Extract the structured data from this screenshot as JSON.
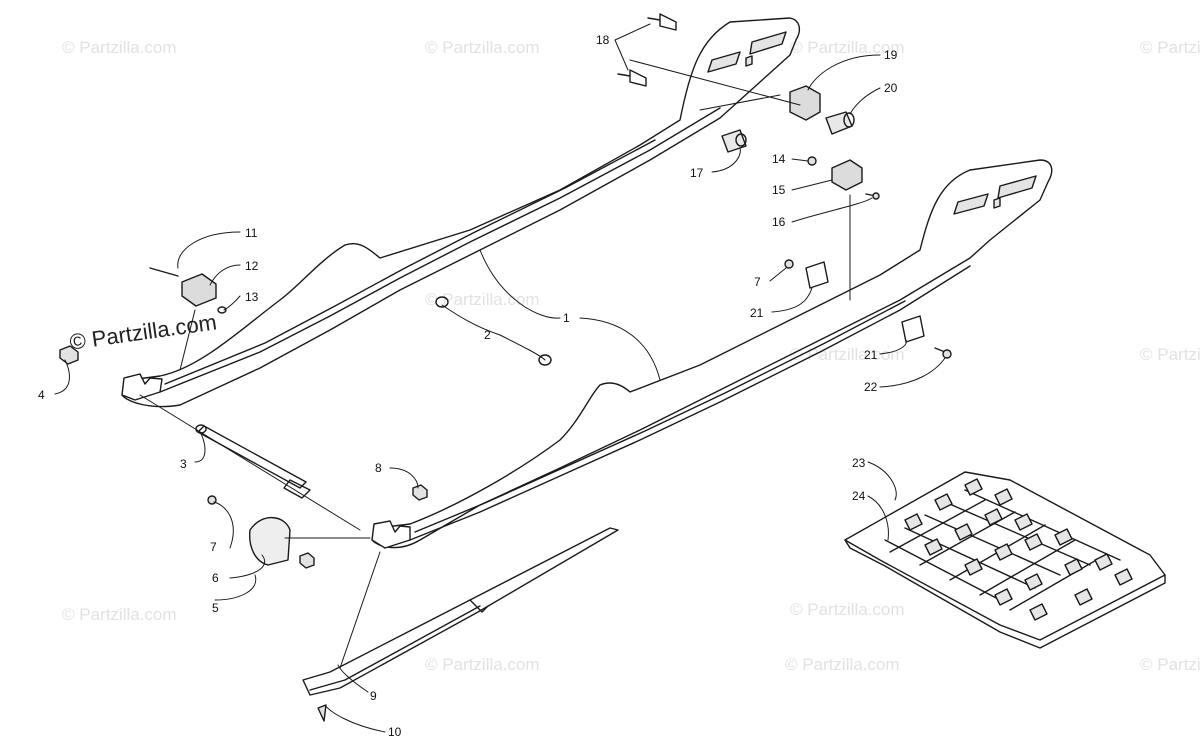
{
  "watermark": {
    "text": "© Partzilla.com",
    "primary_text": "© Partzilla.com"
  },
  "diagram": {
    "callouts": [
      "1",
      "2",
      "3",
      "4",
      "5",
      "6",
      "7",
      "7",
      "8",
      "9",
      "10",
      "11",
      "12",
      "13",
      "14",
      "15",
      "16",
      "17",
      "18",
      "19",
      "20",
      "21",
      "21",
      "22",
      "23",
      "24"
    ]
  },
  "colors": {
    "line": "#1a1a1a",
    "paper": "#ffffff",
    "watermark": "#e2e2e2",
    "shade": "#cfcfcf"
  }
}
